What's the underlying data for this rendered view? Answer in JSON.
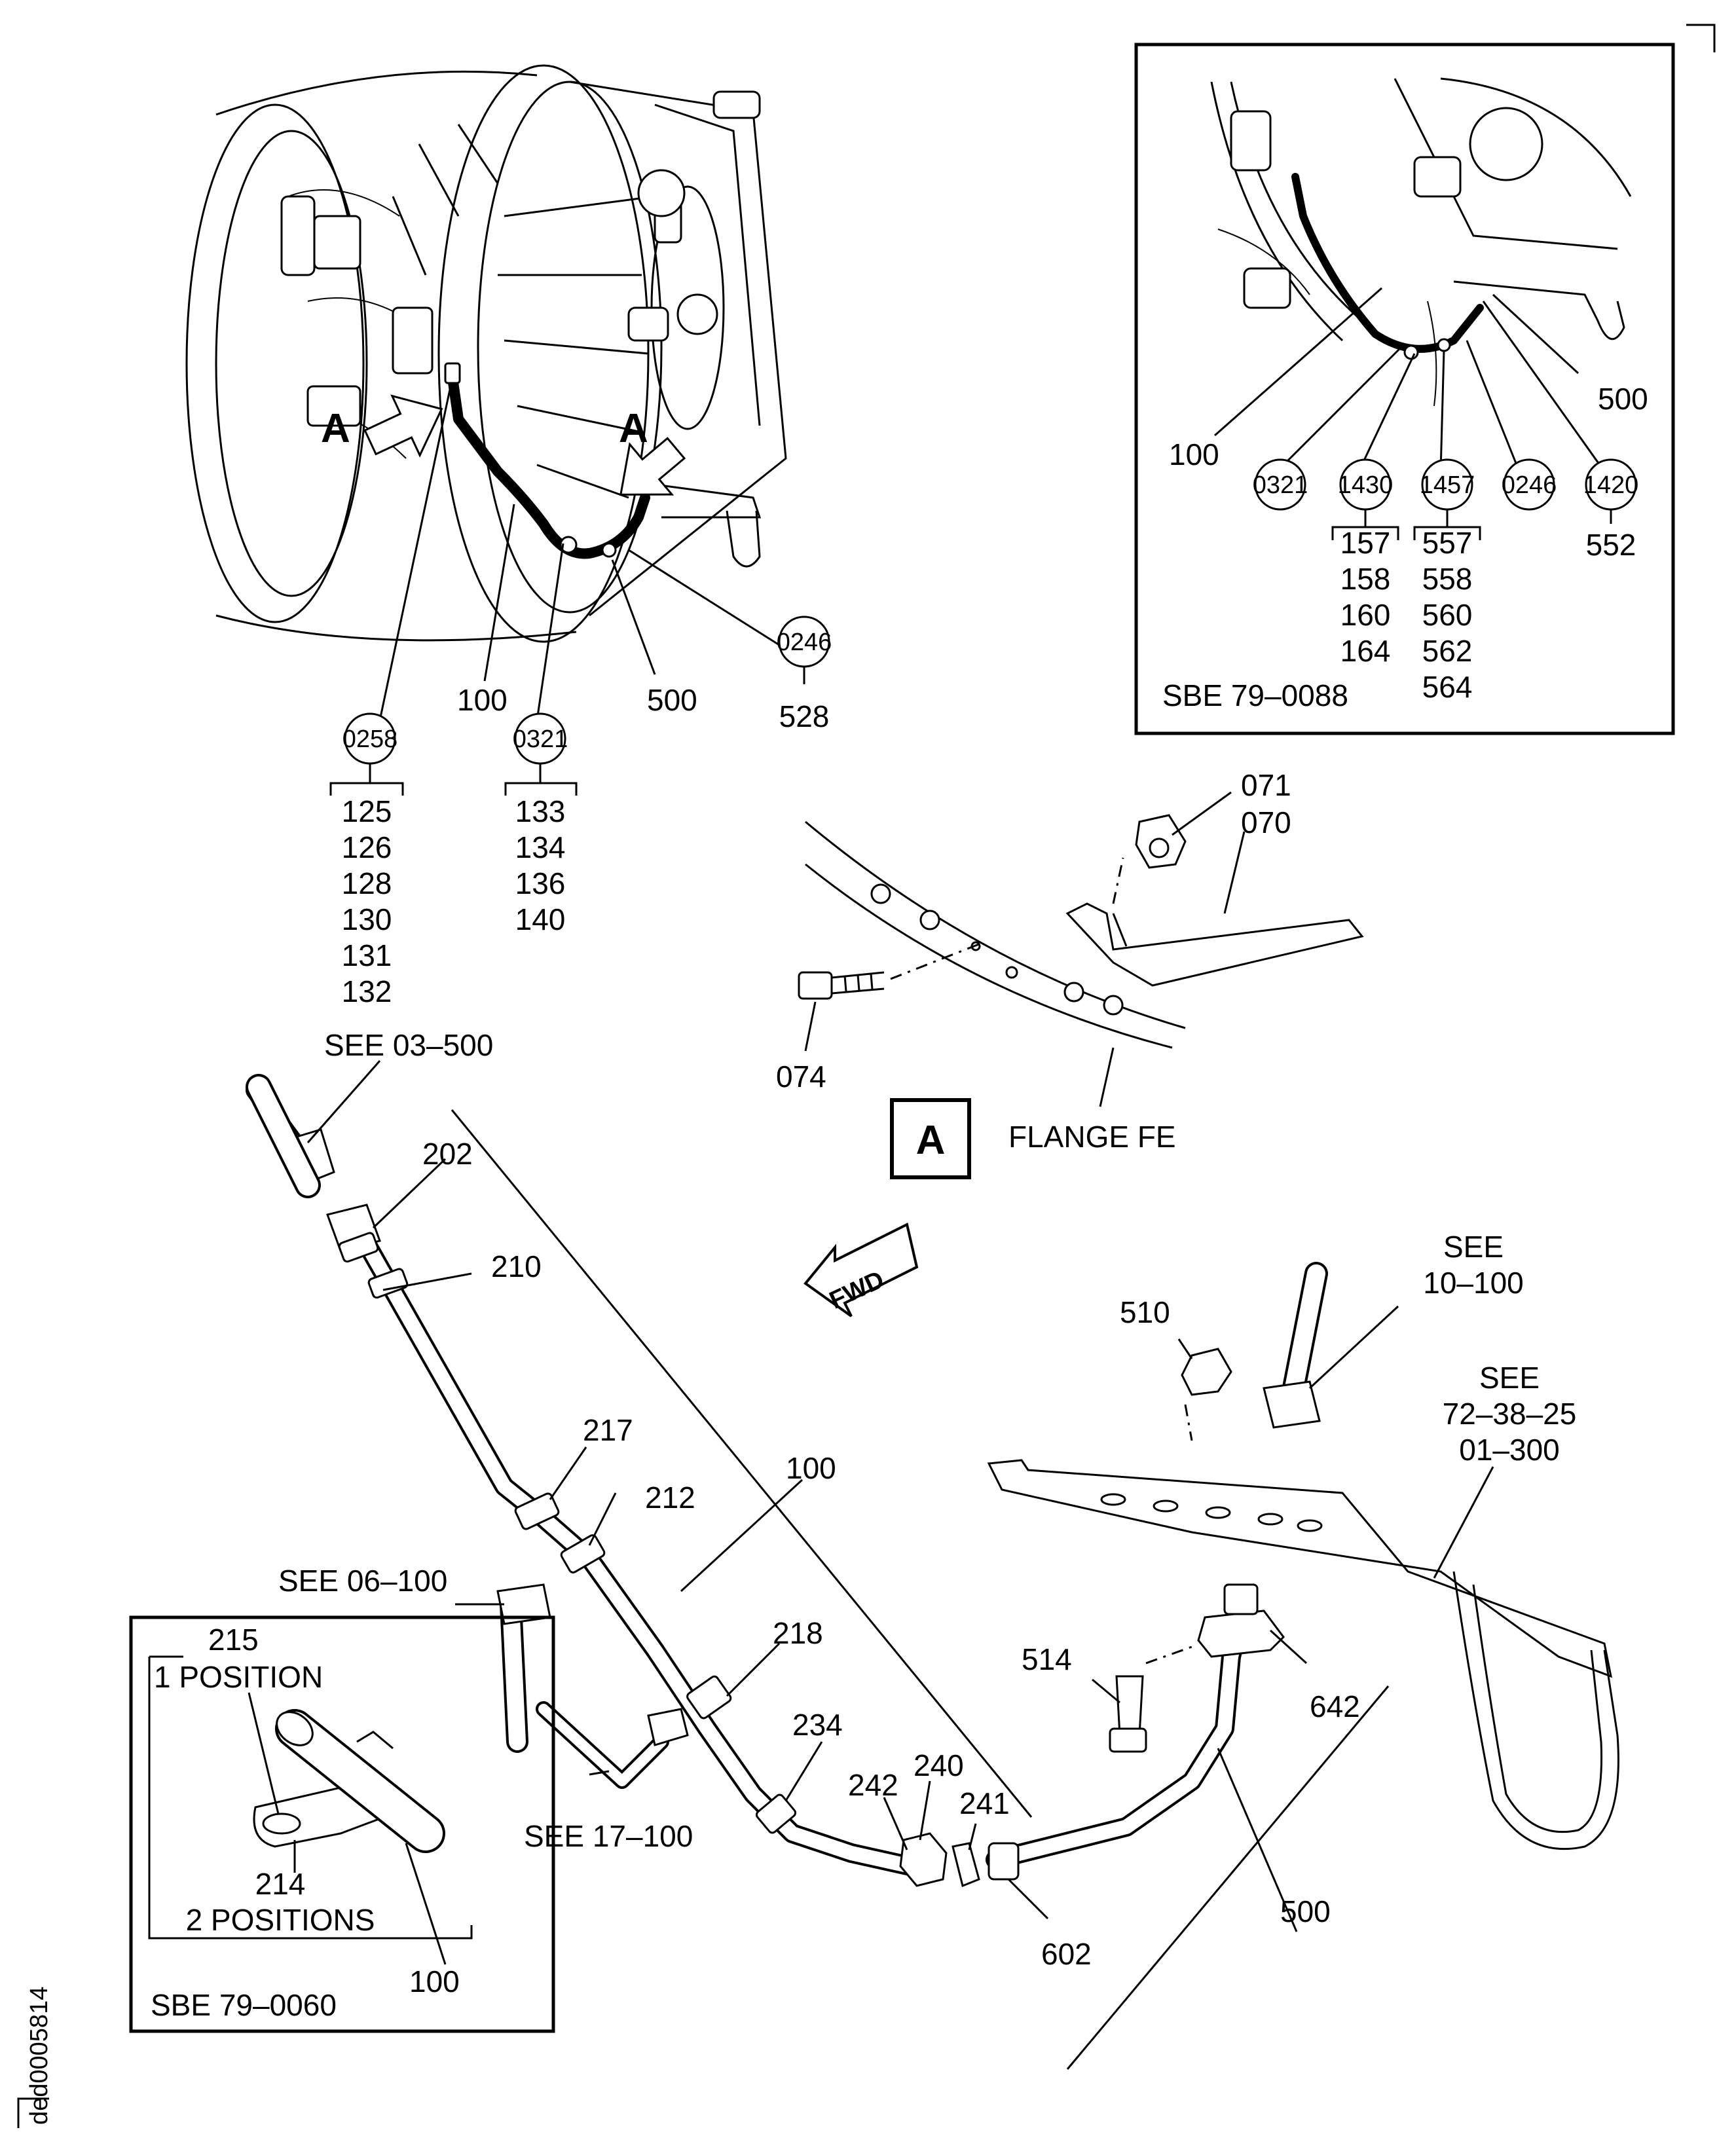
{
  "top_view": {
    "view_arrow_a_left": "A",
    "view_arrow_a_right": "A",
    "callouts": {
      "c100": "100",
      "c500": "500",
      "c528": "528"
    },
    "bubbles": {
      "b0258": "0258",
      "b0321": "0321",
      "b0246": "0246"
    },
    "list_0258": [
      "125",
      "126",
      "128",
      "130",
      "131",
      "132"
    ],
    "list_0321": [
      "133",
      "134",
      "136",
      "140"
    ]
  },
  "inset_sbe0088": {
    "title": "SBE 79–0088",
    "callouts": {
      "c100": "100",
      "c500": "500",
      "c552": "552"
    },
    "bubbles": {
      "b0321": "0321",
      "b1430": "1430",
      "b1457": "1457",
      "b0246": "0246",
      "b1420": "1420"
    },
    "list_1430": [
      "157",
      "158",
      "160",
      "164"
    ],
    "list_1457": [
      "557",
      "558",
      "560",
      "562",
      "564"
    ]
  },
  "detail_a": {
    "box_letter": "A",
    "caption": "FLANGE FE",
    "callouts": {
      "c071": "071",
      "c070": "070",
      "c074": "074"
    }
  },
  "main_view": {
    "fwd": "FWD",
    "refs": {
      "see_03_500": "SEE 03–500",
      "see_06_100": "SEE 06–100",
      "see_17_100": "SEE 17–100",
      "see_10_100": [
        "SEE",
        "10–100"
      ],
      "see_72": [
        "SEE",
        "72–38–25",
        "01–300"
      ]
    },
    "callouts": {
      "c202": "202",
      "c210": "210",
      "c217": "217",
      "c212": "212",
      "c100": "100",
      "c218": "218",
      "c234": "234",
      "c240": "240",
      "c242": "242",
      "c241": "241",
      "c602": "602",
      "c500": "500",
      "c642": "642",
      "c514": "514",
      "c510": "510"
    }
  },
  "inset_sbe0060": {
    "title": "SBE 79–0060",
    "c215": "215",
    "pos1": "1 POSITION",
    "c214": "214",
    "pos2": "2 POSITIONS",
    "c100": "100"
  },
  "doc_id": "ded0005814"
}
